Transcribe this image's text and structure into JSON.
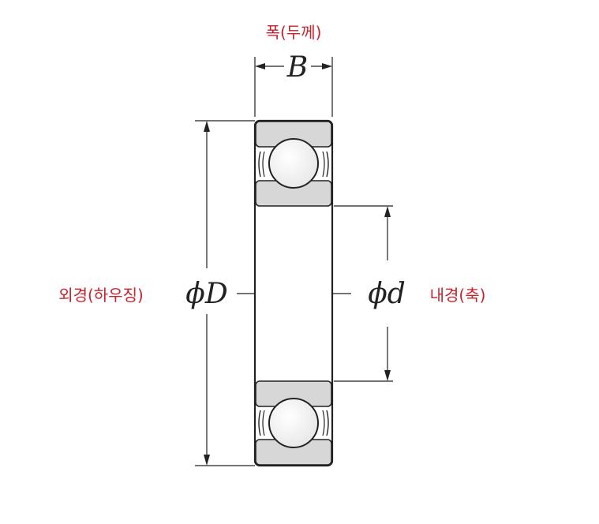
{
  "labels": {
    "width": "폭(두께)",
    "outer_diameter": "외경(하우징)",
    "inner_diameter": "내경(축)"
  },
  "symbols": {
    "width": "B",
    "outer_diameter": "ϕD",
    "inner_diameter": "ϕd"
  },
  "colors": {
    "label_text": "#c8222c",
    "line": "#222222",
    "ring_fill": "#d7d7d7",
    "ring_stroke": "#222222"
  }
}
